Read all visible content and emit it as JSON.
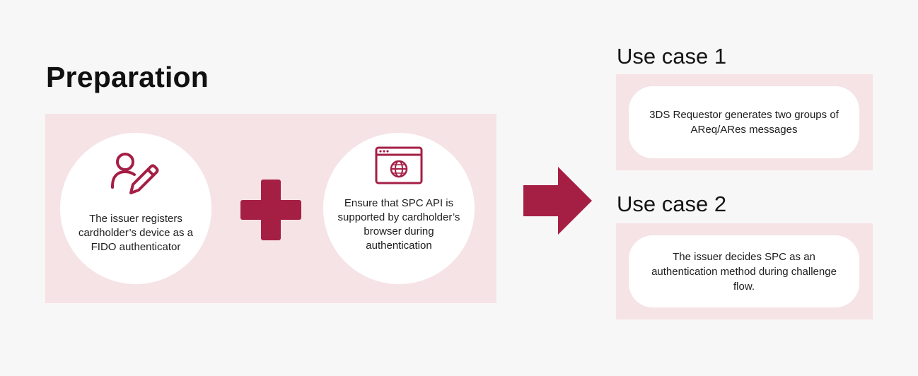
{
  "preparation": {
    "title": "Preparation",
    "left_text": "The issuer registers cardholder’s device as a FIDO authenticator",
    "right_text": "Ensure that SPC API is supported by cardholder’s browser during authentication",
    "left_icon": "user-edit-icon",
    "right_icon": "browser-globe-icon"
  },
  "use_cases": [
    {
      "title": "Use case 1",
      "text": "3DS Requestor generates two groups of AReq/ARes messages"
    },
    {
      "title": "Use case 2",
      "text": "The issuer decides SPC as an authentication method during challenge flow."
    }
  ],
  "colors": {
    "accent": "#a51f45",
    "panel": "#f6e3e6",
    "background": "#f8f7f7"
  }
}
